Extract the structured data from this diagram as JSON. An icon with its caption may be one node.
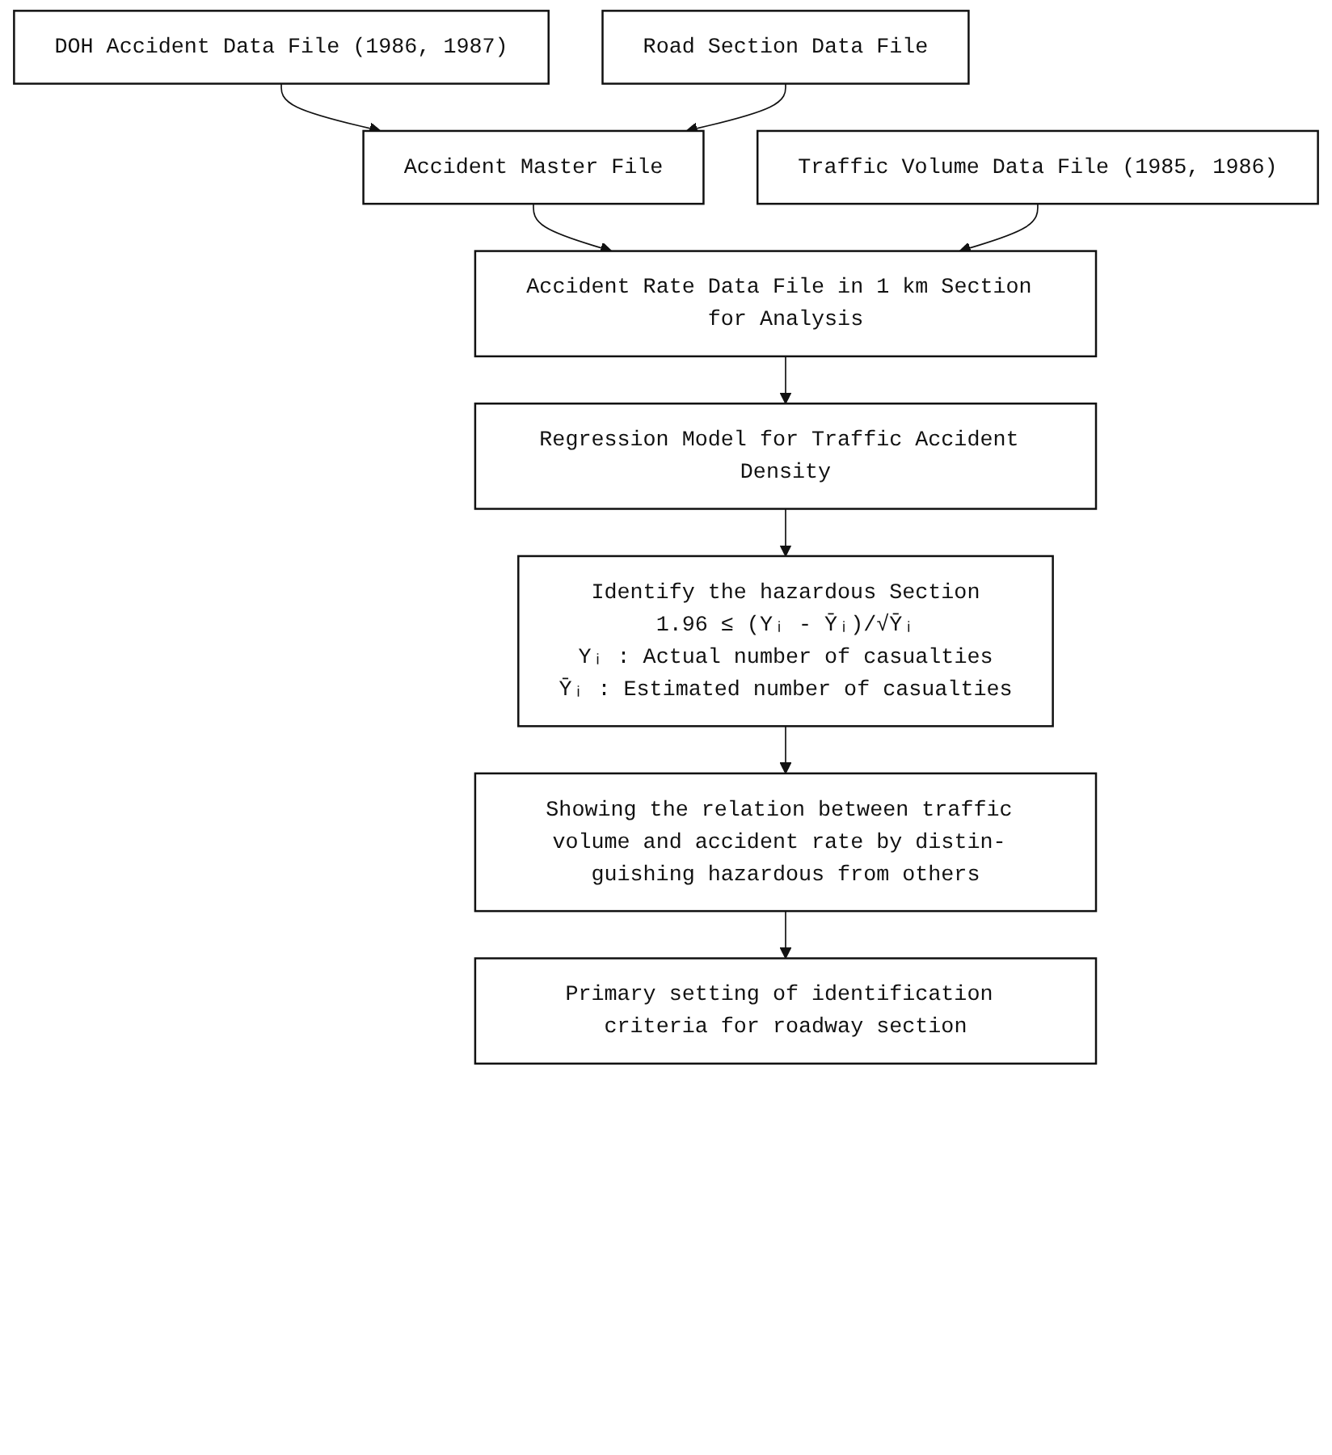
{
  "diagram": {
    "nodes": [
      {
        "text": [
          "DOH Accident Data File (1986, 1987)"
        ]
      },
      {
        "text": [
          "Road Section Data File"
        ]
      },
      {
        "text": [
          "Accident Master File"
        ]
      },
      {
        "text": [
          "Traffic Volume Data File (1985, 1986)"
        ]
      },
      {
        "text": [
          "Accident Rate Data File in 1 km Section for Analysis"
        ]
      },
      {
        "text": [
          "Regression Model for Traffic Accident Density"
        ]
      },
      {
        "text": [
          "Identify the hazardous Section",
          "1.96 ≤ (Yᵢ - Ȳᵢ)/√Ȳᵢ",
          "Yᵢ : Actual number of casualties",
          "Ȳᵢ : Estimated number of casualties"
        ]
      },
      {
        "text": [
          "Showing the relation between traffic volume and accident rate by distin- guishing hazardous from others"
        ]
      },
      {
        "text": [
          "Primary setting of identification criteria for roadway section"
        ]
      }
    ],
    "edges": [
      {
        "from": 0,
        "to": 2,
        "arrow": "to"
      },
      {
        "from": 1,
        "to": 2,
        "arrow": "to"
      },
      {
        "from": 2,
        "to": 4,
        "arrow": "to"
      },
      {
        "from": 3,
        "to": 4,
        "arrow": "to"
      },
      {
        "from": 4,
        "to": 5,
        "arrow": "to"
      },
      {
        "from": 5,
        "to": 6,
        "arrow": "to"
      },
      {
        "from": 6,
        "to": 7,
        "arrow": "to"
      },
      {
        "from": 7,
        "to": 8,
        "arrow": "to"
      }
    ]
  }
}
